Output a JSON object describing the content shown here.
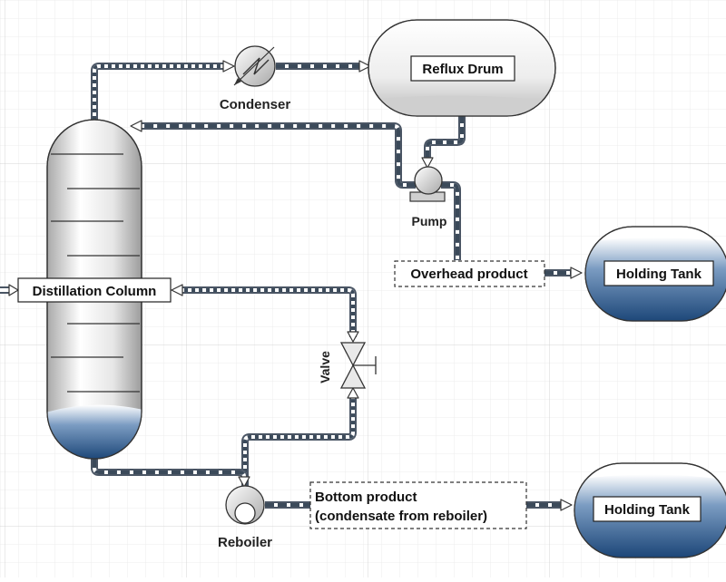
{
  "labels": {
    "condenser": "Condenser",
    "reflux_drum": "Reflux Drum",
    "pump": "Pump",
    "distillation_column": "Distillation Column",
    "overhead_product": "Overhead product",
    "holding_tank_top": "Holding Tank",
    "valve": "Valve",
    "reboiler": "Reboiler",
    "bottom_product_line1": "Bottom product",
    "bottom_product_line2": "(condensate from reboiler)",
    "holding_tank_bottom": "Holding Tank"
  },
  "colors": {
    "liquid": "#1f4f86",
    "pipe_dark": "#3b4a5a",
    "grid": "#e6e6e6",
    "grid_major": "#d2d2d2"
  }
}
